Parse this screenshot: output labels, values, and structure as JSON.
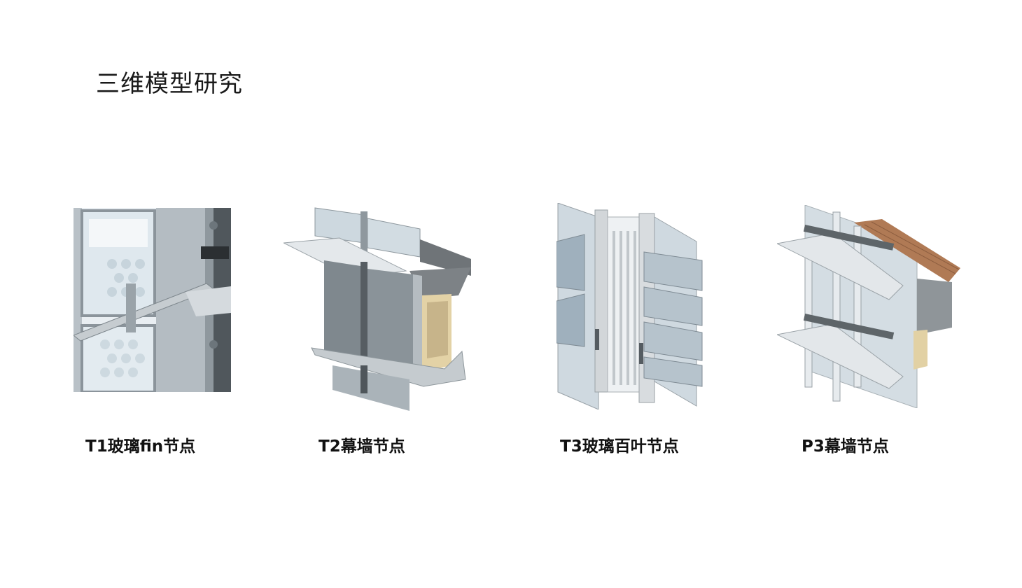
{
  "page": {
    "title": "三维模型研究"
  },
  "figures": [
    {
      "caption": "T1玻璃fin节点"
    },
    {
      "caption": "T2幕墙节点"
    },
    {
      "caption": "T3玻璃百叶节点"
    },
    {
      "caption": "P3幕墙节点"
    }
  ],
  "colors": {
    "glass": "#c9d6df",
    "frame": "#a9b0b6",
    "concrete": "#8c8c8c",
    "insulation": "#e6d3a8",
    "wood": "#b07a55"
  }
}
